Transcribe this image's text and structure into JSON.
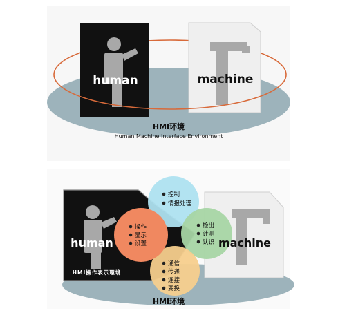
{
  "top_panel": {
    "human_label": "human",
    "machine_label": "machine",
    "caption_title": "HMI环境",
    "caption_subtitle": "Human Machine Interface Environment"
  },
  "bottom_panel": {
    "human_label": "human",
    "machine_label": "machine",
    "environment_label": "HMI操作表示環境",
    "caption": "HMI环境",
    "bubbles": {
      "orange": [
        "操作",
        "显示",
        "设置"
      ],
      "blue_top": [
        "控制",
        "情报处理"
      ],
      "green": [
        "检出",
        "计测",
        "认识"
      ],
      "yellow": [
        "通信",
        "传递",
        "连接",
        "变换"
      ]
    }
  },
  "colors": {
    "ellipse_fill": "#9db3bb",
    "ring_stroke": "#d86a3a",
    "human_card": "#111111",
    "machine_card": "#efefef",
    "figure_gray": "#a8a8a8",
    "bubble_orange": "#f08860",
    "bubble_blue": "#aee2f0",
    "bubble_green": "#a6d5a4",
    "bubble_yellow": "#f7cf8d"
  }
}
